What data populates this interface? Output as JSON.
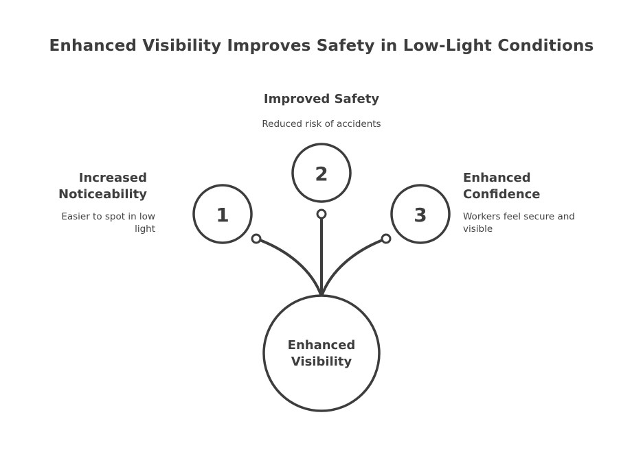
{
  "title": "Enhanced Visibility Improves Safety in Low-Light Conditions",
  "center": {
    "label_line1": "Enhanced",
    "label_line2": "Visibility"
  },
  "items": [
    {
      "number": "1",
      "heading_line1": "Increased",
      "heading_line2": "Noticeability",
      "desc_line1": "Easier to spot in low",
      "desc_line2": "light"
    },
    {
      "number": "2",
      "heading": "Improved Safety",
      "desc": "Reduced risk of accidents"
    },
    {
      "number": "3",
      "heading_line1": "Enhanced",
      "heading_line2": "Confidence",
      "desc_line1": "Workers feel secure and",
      "desc_line2": "visible"
    }
  ],
  "colors": {
    "stroke": "#3d3d3d",
    "background": "#ffffff"
  }
}
